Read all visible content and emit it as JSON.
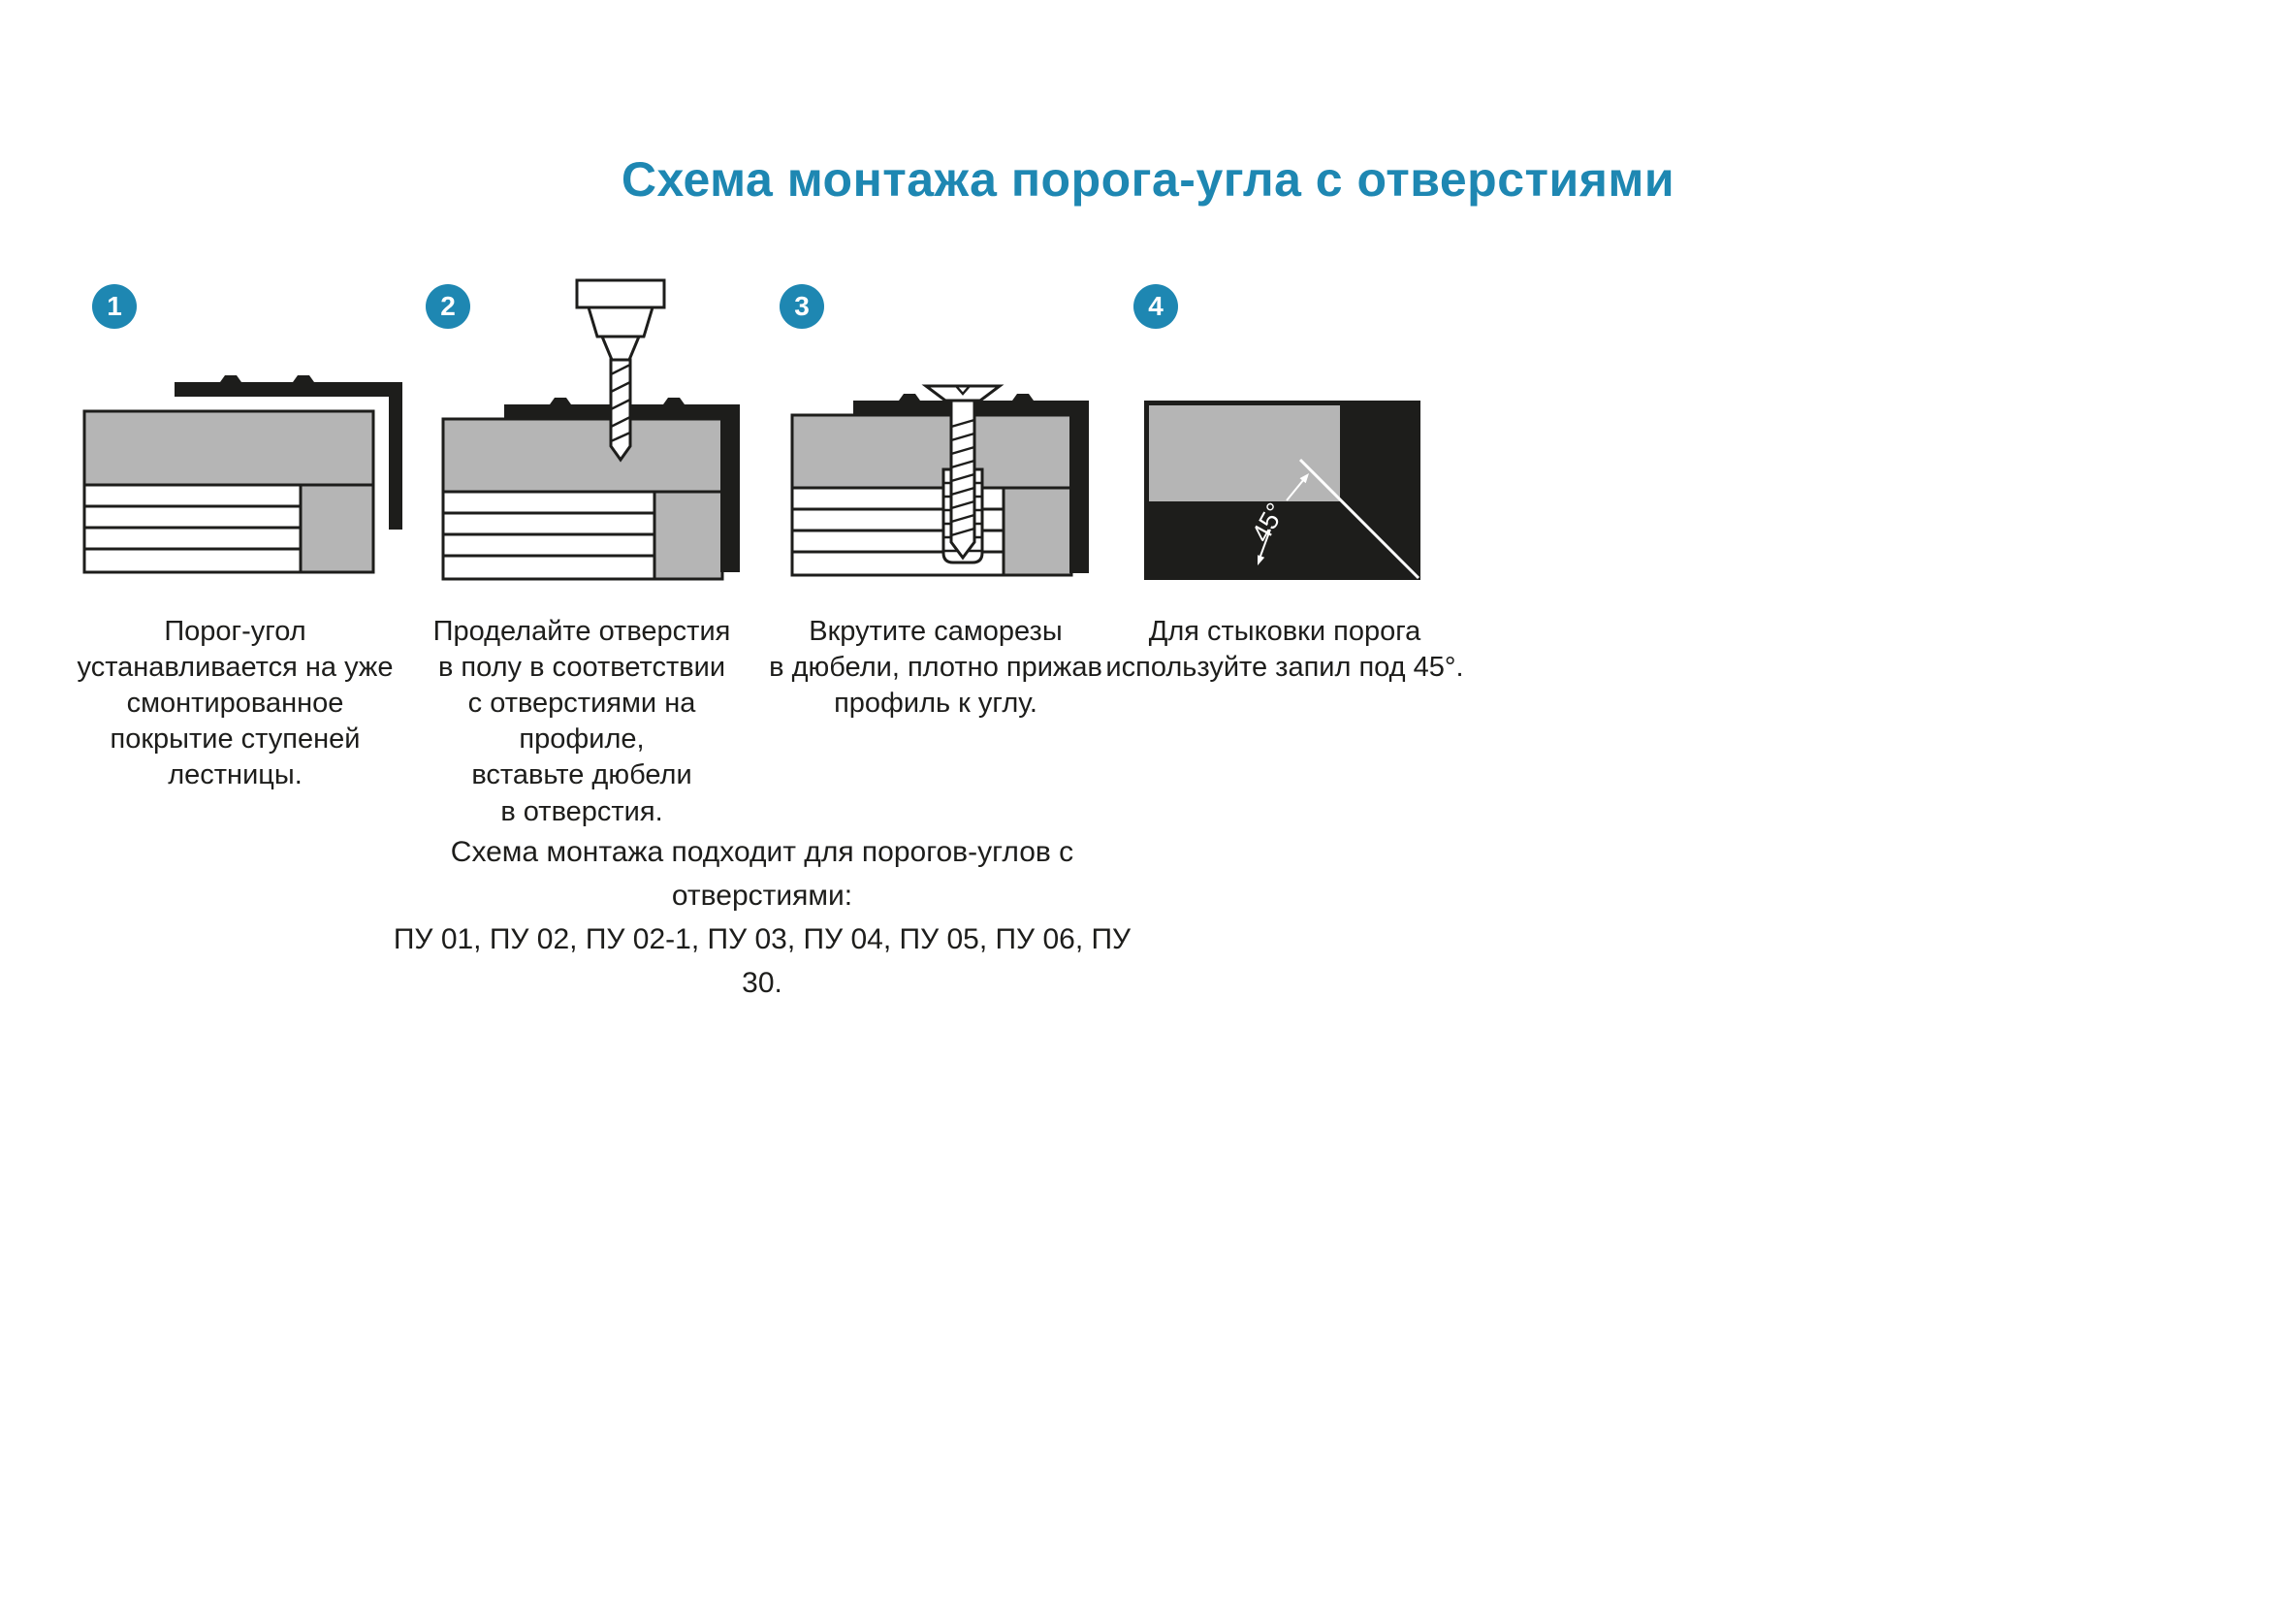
{
  "title": "Схема монтажа порога-угла с отверстиями",
  "colors": {
    "accent": "#1e87b2",
    "ink": "#1d1d1b",
    "gray": "#b5b5b5",
    "white": "#ffffff"
  },
  "steps": [
    {
      "number": "1",
      "caption": "Порог-угол\nустанавливается на уже\nсмонтированное\nпокрытие ступеней\nлестницы."
    },
    {
      "number": "2",
      "caption": "Проделайте отверстия\nв полу в соответствии\nс отверстиями на профиле,\nвставьте дюбели\nв отверстия."
    },
    {
      "number": "3",
      "caption": "Вкрутите саморезы\nв дюбели, плотно прижав\nпрофиль к углу."
    },
    {
      "number": "4",
      "caption": "Для стыковки порога\nиспользуйте запил под 45°."
    }
  ],
  "step4_angle_label": "45°",
  "footer": "Схема монтажа подходит для порогов-углов с отверстиями:\nПУ 01, ПУ 02, ПУ 02-1, ПУ 03, ПУ 04, ПУ 05, ПУ 06, ПУ 30."
}
